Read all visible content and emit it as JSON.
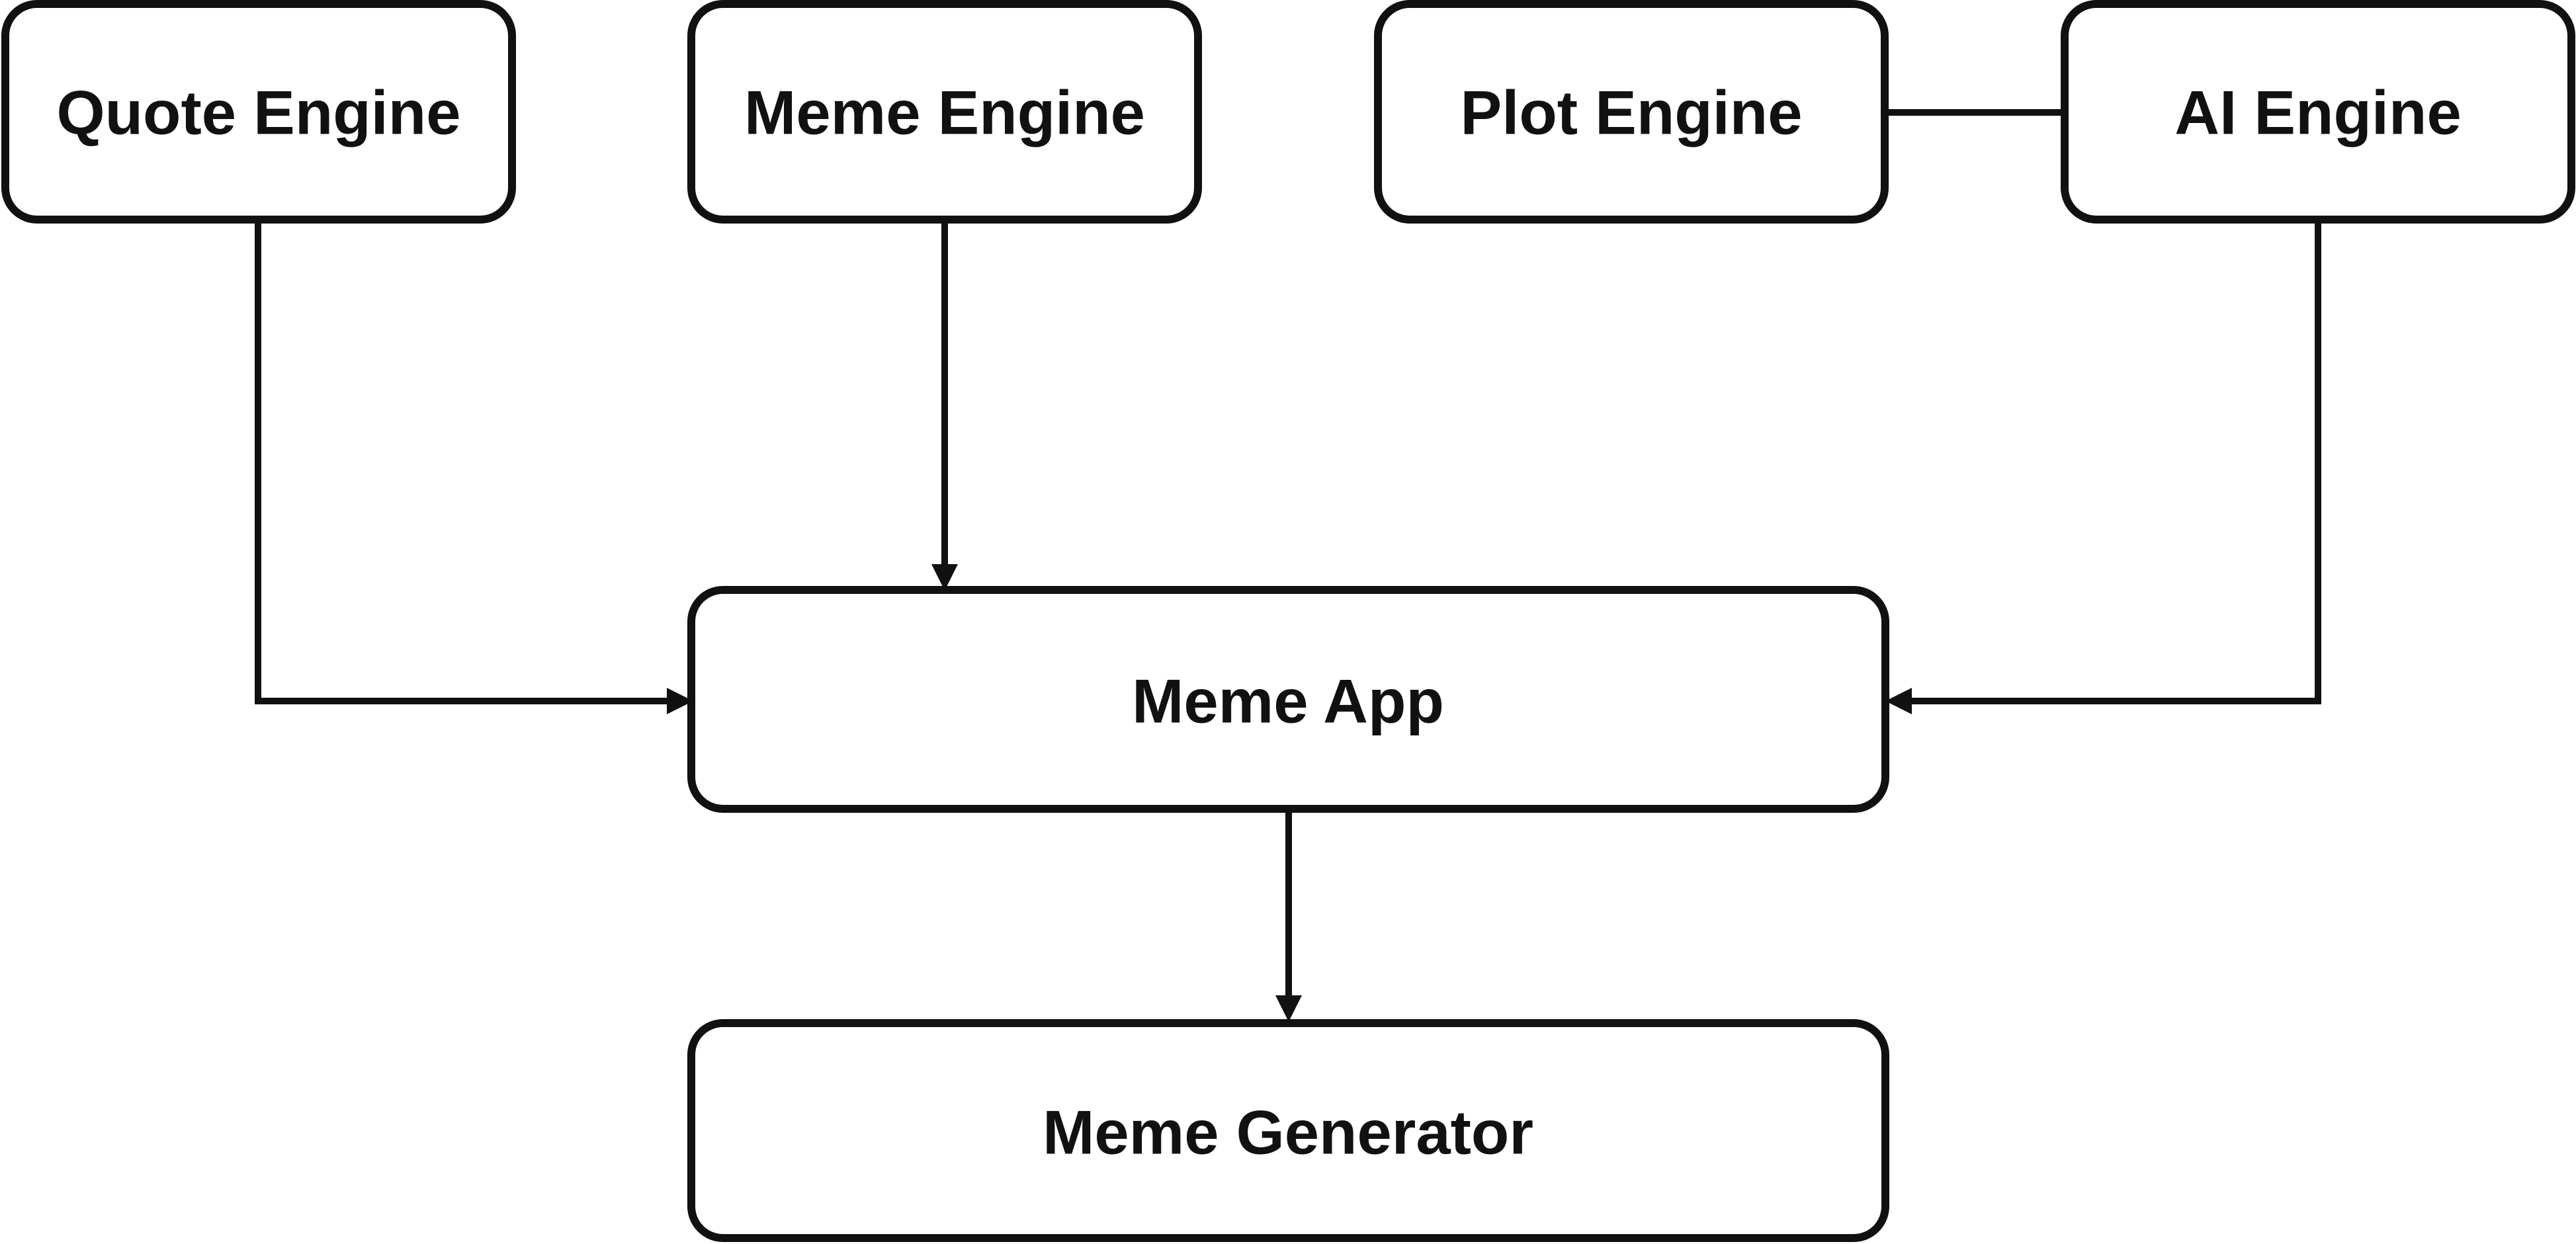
{
  "diagram": {
    "nodes": {
      "quote_engine": "Quote Engine",
      "meme_engine": "Meme Engine",
      "plot_engine": "Plot Engine",
      "ai_engine": "AI Engine",
      "meme_app": "Meme App",
      "meme_generator": "Meme Generator"
    },
    "edges": [
      {
        "from": "quote_engine",
        "to": "meme_app",
        "arrow": true
      },
      {
        "from": "meme_engine",
        "to": "meme_app",
        "arrow": true
      },
      {
        "from": "ai_engine",
        "to": "meme_app",
        "arrow": true
      },
      {
        "from": "plot_engine",
        "to": "ai_engine",
        "arrow": false
      },
      {
        "from": "meme_app",
        "to": "meme_generator",
        "arrow": true
      }
    ],
    "colors": {
      "stroke": "#111111",
      "background": "#ffffff"
    }
  }
}
